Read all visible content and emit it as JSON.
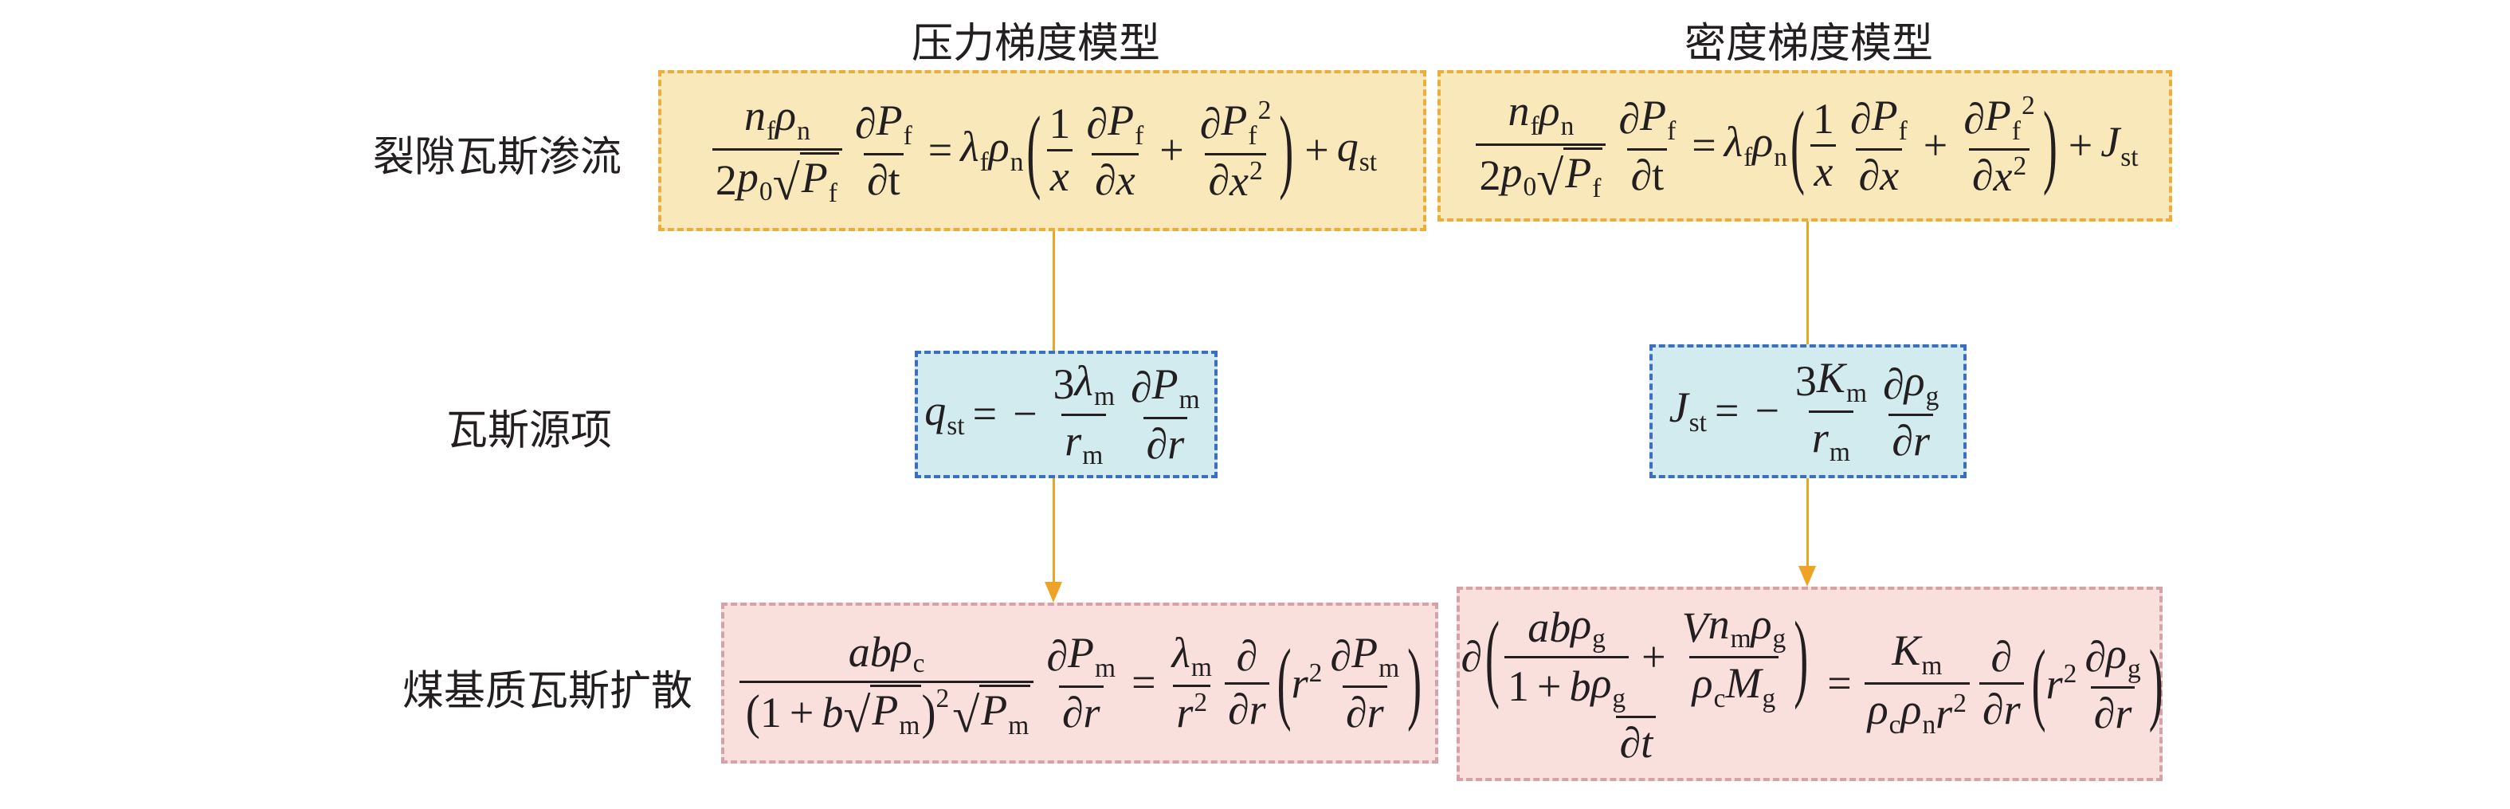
{
  "headers": {
    "pressure_model": "压力梯度模型",
    "density_model": "密度梯度模型"
  },
  "row_labels": {
    "fracture_flow": "裂隙瓦斯渗流",
    "source_term": "瓦斯源项",
    "matrix_diffusion": "煤基质瓦斯扩散"
  },
  "colors": {
    "fracture_fill": "#f9e8ba",
    "fracture_border": "#eaae3c",
    "source_fill": "#d2ebee",
    "source_border": "#3d6fbf",
    "diffusion_fill": "#f9e0dd",
    "diffusion_border": "#d5a2aa",
    "connector": "#eda426"
  },
  "equations": {
    "pressure_fracture": [
      {
        "frac": [
          [
            {
              "v": "n",
              "sub": "f"
            },
            {
              "v": "ρ",
              "sub": "n"
            }
          ],
          [
            {
              "v": "2",
              "up": true
            },
            {
              "v": "p",
              "sub": "0"
            },
            {
              "sqrt": [
                {
                  "v": "P",
                  "sub": "f"
                }
              ]
            }
          ]
        ]
      },
      {
        "frac": [
          [
            {
              "v": "∂",
              "up": true
            },
            {
              "v": "P",
              "sub": "f"
            }
          ],
          [
            {
              "v": "∂",
              "up": true
            },
            {
              "v": "t",
              "up": true
            }
          ]
        ]
      },
      {
        "op": "="
      },
      {
        "v": "λ",
        "sub": "f"
      },
      {
        "v": "ρ",
        "sub": "n"
      },
      {
        "paren": [
          {
            "frac": [
              [
                {
                  "v": "1",
                  "up": true
                }
              ],
              [
                {
                  "v": "x"
                }
              ]
            ]
          },
          {
            "frac": [
              [
                {
                  "v": "∂",
                  "up": true
                },
                {
                  "v": "P",
                  "sub": "f"
                }
              ],
              [
                {
                  "v": "∂",
                  "up": true
                },
                {
                  "v": "x"
                }
              ]
            ]
          },
          {
            "op": "+"
          },
          {
            "frac": [
              [
                {
                  "v": "∂",
                  "up": true
                },
                {
                  "v": "P",
                  "sub": "f",
                  "sup": "2"
                }
              ],
              [
                {
                  "v": "∂",
                  "up": true
                },
                {
                  "v": "x",
                  "sup": "2"
                }
              ]
            ]
          }
        ]
      },
      {
        "op": "+"
      },
      {
        "v": "q",
        "sub": "st"
      }
    ],
    "density_fracture": [
      {
        "frac": [
          [
            {
              "v": "n",
              "sub": "f"
            },
            {
              "v": "ρ",
              "sub": "n"
            }
          ],
          [
            {
              "v": "2",
              "up": true
            },
            {
              "v": "p",
              "sub": "0"
            },
            {
              "sqrt": [
                {
                  "v": "P",
                  "sub": "f"
                }
              ]
            }
          ]
        ]
      },
      {
        "frac": [
          [
            {
              "v": "∂",
              "up": true
            },
            {
              "v": "P",
              "sub": "f"
            }
          ],
          [
            {
              "v": "∂",
              "up": true
            },
            {
              "v": "t",
              "up": true
            }
          ]
        ]
      },
      {
        "op": "="
      },
      {
        "v": "λ",
        "sub": "f"
      },
      {
        "v": "ρ",
        "sub": "n"
      },
      {
        "paren": [
          {
            "frac": [
              [
                {
                  "v": "1",
                  "up": true
                }
              ],
              [
                {
                  "v": "x"
                }
              ]
            ]
          },
          {
            "frac": [
              [
                {
                  "v": "∂",
                  "up": true
                },
                {
                  "v": "P",
                  "sub": "f"
                }
              ],
              [
                {
                  "v": "∂",
                  "up": true
                },
                {
                  "v": "x"
                }
              ]
            ]
          },
          {
            "op": "+"
          },
          {
            "frac": [
              [
                {
                  "v": "∂",
                  "up": true
                },
                {
                  "v": "P",
                  "sub": "f",
                  "sup": "2"
                }
              ],
              [
                {
                  "v": "∂",
                  "up": true
                },
                {
                  "v": "x",
                  "sup": "2"
                }
              ]
            ]
          }
        ]
      },
      {
        "op": "+"
      },
      {
        "v": "J",
        "sub": "st"
      }
    ],
    "pressure_source": [
      {
        "v": "q",
        "sub": "st"
      },
      {
        "op": "="
      },
      {
        "op": "−"
      },
      {
        "frac": [
          [
            {
              "v": "3",
              "up": true
            },
            {
              "v": "λ",
              "sub": "m"
            }
          ],
          [
            {
              "v": "r",
              "sub": "m"
            }
          ]
        ]
      },
      {
        "frac": [
          [
            {
              "v": "∂",
              "up": true
            },
            {
              "v": "P",
              "sub": "m"
            }
          ],
          [
            {
              "v": "∂",
              "up": true
            },
            {
              "v": "r"
            }
          ]
        ]
      }
    ],
    "density_source": [
      {
        "v": "J",
        "sub": "st"
      },
      {
        "op": "="
      },
      {
        "op": "−"
      },
      {
        "frac": [
          [
            {
              "v": "3",
              "up": true
            },
            {
              "v": "K",
              "sub": "m"
            }
          ],
          [
            {
              "v": "r",
              "sub": "m"
            }
          ]
        ]
      },
      {
        "frac": [
          [
            {
              "v": "∂",
              "up": true
            },
            {
              "v": "ρ",
              "sub": "g"
            }
          ],
          [
            {
              "v": "∂",
              "up": true
            },
            {
              "v": "r"
            }
          ]
        ]
      }
    ],
    "pressure_diffusion": [
      {
        "frac": [
          [
            {
              "v": "a"
            },
            {
              "v": "b"
            },
            {
              "v": "ρ",
              "sub": "c"
            }
          ],
          [
            {
              "paren": [
                {
                  "v": "1",
                  "up": true
                },
                {
                  "op": "+"
                },
                {
                  "v": "b"
                },
                {
                  "sqrt": [
                    {
                      "v": "P",
                      "sub": "m"
                    }
                  ]
                }
              ],
              "sup": "2"
            },
            {
              "sqrt": [
                {
                  "v": "P",
                  "sub": "m"
                }
              ]
            }
          ]
        ]
      },
      {
        "frac": [
          [
            {
              "v": "∂",
              "up": true
            },
            {
              "v": "P",
              "sub": "m"
            }
          ],
          [
            {
              "v": "∂",
              "up": true
            },
            {
              "v": "r"
            }
          ]
        ]
      },
      {
        "op": "="
      },
      {
        "frac": [
          [
            {
              "v": "λ",
              "sub": "m"
            }
          ],
          [
            {
              "v": "r",
              "sup": "2"
            }
          ]
        ]
      },
      {
        "frac": [
          [
            {
              "v": "∂",
              "up": true
            }
          ],
          [
            {
              "v": "∂",
              "up": true
            },
            {
              "v": "r"
            }
          ]
        ]
      },
      {
        "paren": [
          {
            "v": "r",
            "sup": "2"
          },
          {
            "frac": [
              [
                {
                  "v": "∂",
                  "up": true
                },
                {
                  "v": "P",
                  "sub": "m"
                }
              ],
              [
                {
                  "v": "∂",
                  "up": true
                },
                {
                  "v": "r"
                }
              ]
            ]
          }
        ]
      }
    ],
    "density_diffusion": [
      {
        "frac": [
          [
            {
              "v": "∂",
              "up": true
            },
            {
              "paren": [
                {
                  "frac": [
                    [
                      {
                        "v": "a"
                      },
                      {
                        "v": "b"
                      },
                      {
                        "v": "ρ",
                        "sub": "g"
                      }
                    ],
                    [
                      {
                        "v": "1",
                        "up": true
                      },
                      {
                        "op": "+"
                      },
                      {
                        "v": "b"
                      },
                      {
                        "v": "ρ",
                        "sub": "g"
                      }
                    ]
                  ]
                },
                {
                  "op": "+"
                },
                {
                  "frac": [
                    [
                      {
                        "v": "V"
                      },
                      {
                        "v": "n",
                        "sub": "m"
                      },
                      {
                        "v": "ρ",
                        "sub": "g"
                      }
                    ],
                    [
                      {
                        "v": "ρ",
                        "sub": "c"
                      },
                      {
                        "v": "M",
                        "sub": "g"
                      }
                    ]
                  ]
                }
              ]
            }
          ],
          [
            {
              "v": "∂",
              "up": true
            },
            {
              "v": "t"
            }
          ]
        ]
      },
      {
        "op": "="
      },
      {
        "frac": [
          [
            {
              "v": "K",
              "sub": "m"
            }
          ],
          [
            {
              "v": "ρ",
              "sub": "c"
            },
            {
              "v": "ρ",
              "sub": "n"
            },
            {
              "v": "r",
              "sup": "2"
            }
          ]
        ]
      },
      {
        "frac": [
          [
            {
              "v": "∂",
              "up": true
            }
          ],
          [
            {
              "v": "∂",
              "up": true
            },
            {
              "v": "r"
            }
          ]
        ]
      },
      {
        "paren": [
          {
            "v": "r",
            "sup": "2"
          },
          {
            "frac": [
              [
                {
                  "v": "∂",
                  "up": true
                },
                {
                  "v": "ρ",
                  "sub": "g"
                }
              ],
              [
                {
                  "v": "∂",
                  "up": true
                },
                {
                  "v": "r"
                }
              ]
            ]
          }
        ]
      }
    ]
  }
}
